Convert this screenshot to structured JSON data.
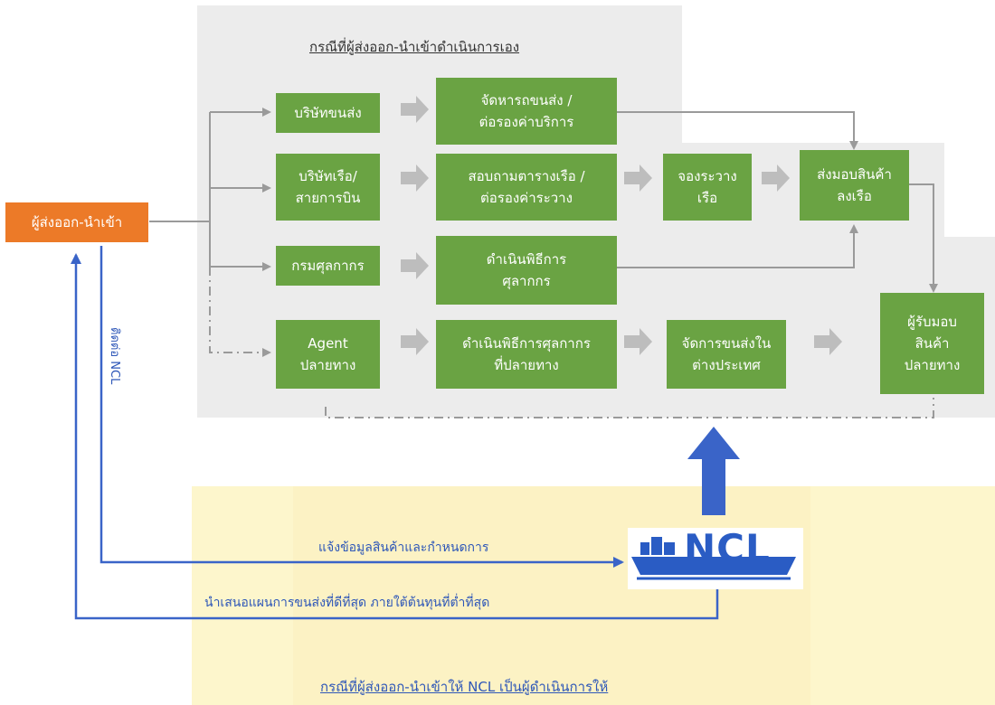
{
  "captions": {
    "top": "กรณีที่ผู้ส่งออก-นำเข้าดำเนินการเอง",
    "bottom": "กรณีที่ผู้ส่งออก-นำเข้าให้ NCL เป็นผู้ดำเนินการให้"
  },
  "nodes": {
    "exporter": "ผู้ส่งออก-นำเข้า",
    "transport_company": "บริษัทขนส่ง",
    "arrange_transport": [
      "จัดหารถขนส่ง /",
      "ต่อรองค่าบริการ"
    ],
    "shipping_company": [
      "บริษัทเรือ/",
      "สายการบิน"
    ],
    "check_schedule": [
      "สอบถามตารางเรือ /",
      "ต่อรองค่าระวาง"
    ],
    "book_space": [
      "จองระวาง",
      "เรือ"
    ],
    "deliver_goods": [
      "ส่งมอบสินค้า",
      "ลงเรือ"
    ],
    "customs_dept": "กรมศุลกากร",
    "customs_process": [
      "ดำเนินพิธีการ",
      "ศุลากกร"
    ],
    "agent": [
      "Agent",
      "ปลายทาง"
    ],
    "dest_customs": [
      "ดำเนินพิธีการศุลกากร",
      "ที่ปลายทาง"
    ],
    "overseas_transport": [
      "จัดการขนส่งใน",
      "ต่างประเทศ"
    ],
    "receiver": [
      "ผู้รับมอบ",
      "สินค้า",
      "ปลายทาง"
    ]
  },
  "labels": {
    "contact_ncl": "ติดต่อ NCL",
    "inform_goods": "แจ้งข้อมูลสินค้าและกำหนดการ",
    "propose_plan": "นำเสนอแผนการขนส่งที่ดีที่สุด ภายใต้ต้นทุนที่ต่ำที่สุด"
  },
  "logo": {
    "text": "NCL"
  },
  "colors": {
    "box_green": "#6aa343",
    "exporter_orange": "#ec7a28",
    "ncl_blue": "#2e57b8",
    "connector_gray": "#9a9a9a",
    "panel_gray": "#ececec",
    "panel_yellow": "#fdf6cc"
  }
}
